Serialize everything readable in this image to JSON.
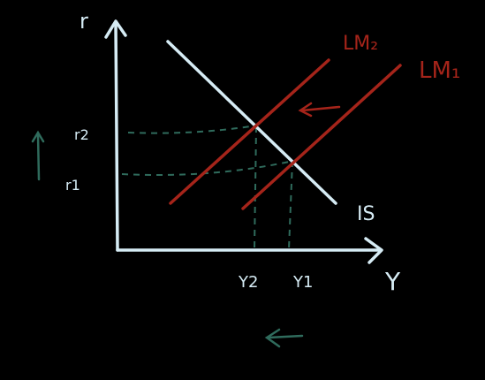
{
  "diagram": {
    "axes": {
      "y_label": "r",
      "x_label": "Y"
    },
    "curves": {
      "is": "IS",
      "lm1": "LM₁",
      "lm2": "LM₂"
    },
    "y_ticks": {
      "r2": "r2",
      "r1": "r1"
    },
    "x_ticks": {
      "y2": "Y2",
      "y1": "Y1"
    },
    "arrows": {
      "r_change": "up",
      "lm_shift": "left",
      "y_change": "left"
    },
    "colors": {
      "background": "#000000",
      "axes": "#d6ecf5",
      "is_curve": "#d6ecf5",
      "lm_curves": "#a5241a",
      "guides": "#2f6b5c",
      "tick_labels": "#d6ecf5",
      "change_arrows": "#2f6b5c"
    }
  }
}
